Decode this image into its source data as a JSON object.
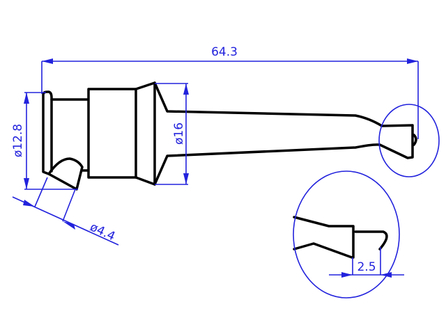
{
  "dimensions": {
    "overall_length": "64.3",
    "flange_diameter": "ø12.8",
    "body_diameter": "ø16",
    "hole_diameter": "ø4.4",
    "hook_gap": "2.5"
  },
  "colors": {
    "part": "#000000",
    "dimension": "#2222dd"
  }
}
